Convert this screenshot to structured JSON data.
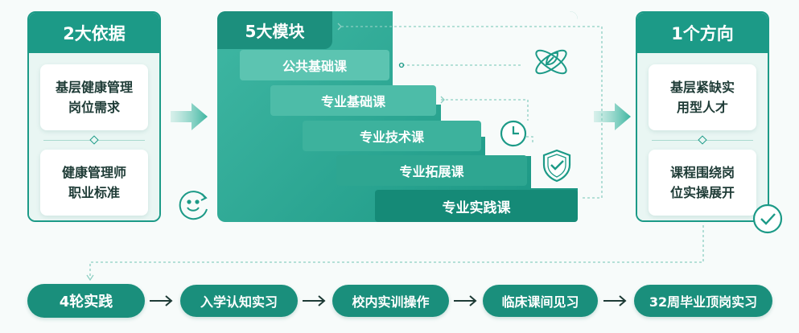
{
  "left_panel": {
    "title": "2大依据",
    "items": [
      "基层健康管理\n岗位需求",
      "健康管理师\n职业标准"
    ]
  },
  "modules": {
    "title": "5大模块",
    "steps": [
      "公共基础课",
      "专业基础课",
      "专业技术课",
      "专业拓展课",
      "专业实践课"
    ]
  },
  "right_panel": {
    "title": "1个方向",
    "items": [
      "基层紧缺实\n用型人才",
      "课程围绕岗\n位实操展开"
    ]
  },
  "practice": {
    "title": "4轮实践",
    "steps": [
      "入学认知实习",
      "校内实训操作",
      "临床课间见习",
      "32周毕业顶岗实习"
    ]
  },
  "colors": {
    "primary": "#1c9a87",
    "dark": "#1a8f7c",
    "light": "#e9f6f3",
    "text": "#1e3b36"
  },
  "icons": [
    "arrow-right-icon",
    "atom-leaf-icon",
    "clock-icon",
    "shield-check-icon",
    "smile-cycle-icon",
    "check-circle-icon"
  ]
}
